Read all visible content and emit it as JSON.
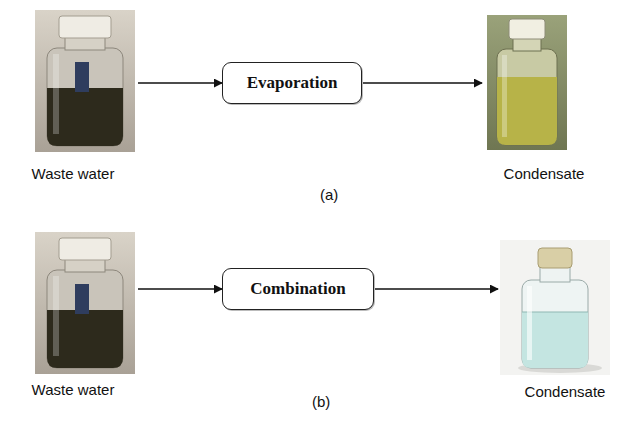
{
  "diagram": {
    "nodes": [
      {
        "text": [
          "Waste water"
        ]
      },
      {
        "text": [
          "Evaporation"
        ]
      },
      {
        "text": [
          "Condensate"
        ]
      },
      {
        "text": [
          "Waste water"
        ]
      },
      {
        "text": [
          "Combination"
        ]
      },
      {
        "text": [
          "Condensate"
        ]
      }
    ],
    "edges": [
      {
        "from": 0,
        "to": 1,
        "arrow": "to"
      },
      {
        "from": 1,
        "to": 2,
        "arrow": "to"
      },
      {
        "from": 3,
        "to": 4,
        "arrow": "to"
      },
      {
        "from": 4,
        "to": 5,
        "arrow": "to"
      }
    ],
    "labels": [
      "(a)",
      "(b)"
    ]
  }
}
